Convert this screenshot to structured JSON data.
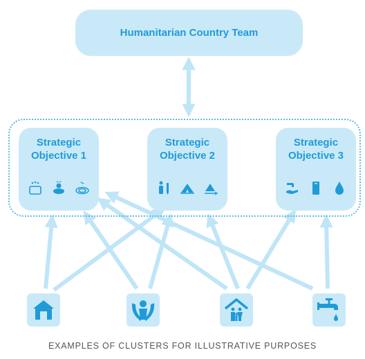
{
  "top_box": {
    "label": "Humanitarian Country Team"
  },
  "objectives": [
    {
      "line1": "Strategic",
      "line2": "Objective 1"
    },
    {
      "line1": "Strategic",
      "line2": "Objective 2"
    },
    {
      "line1": "Strategic",
      "line2": "Objective 3"
    }
  ],
  "clusters": [
    {
      "icon": "shelter-icon"
    },
    {
      "icon": "protection-icon"
    },
    {
      "icon": "camp-coordination-icon"
    },
    {
      "icon": "wash-icon"
    }
  ],
  "caption": "EXAMPLES OF CLUSTERS FOR ILLUSTRATIVE PURPOSES",
  "colors": {
    "accent": "#1f9bd7",
    "fill": "#c9e9f9",
    "arrow": "#bfe5f7"
  }
}
